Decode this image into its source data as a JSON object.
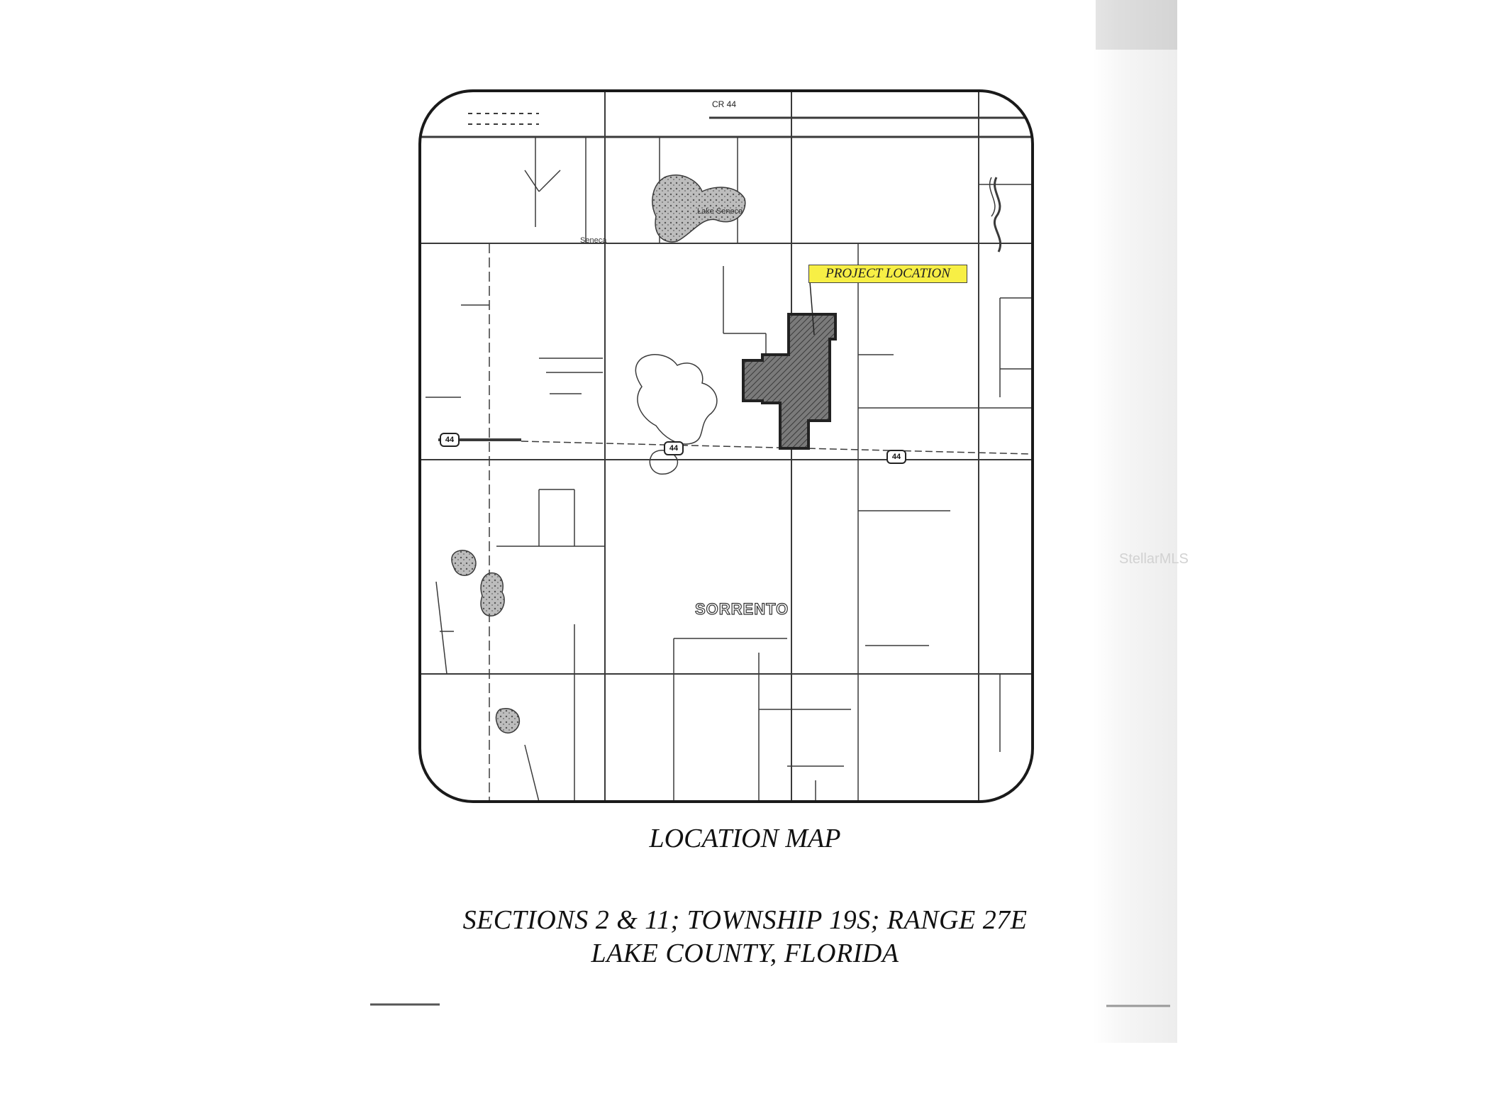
{
  "map": {
    "project_label": "PROJECT LOCATION",
    "town_label": "SORRENTO",
    "road_label_cr": "CR 44",
    "lake_label": "Lake Seneca",
    "road_label_seneca": "Seneca",
    "route_shield": "44"
  },
  "captions": {
    "title": "LOCATION MAP",
    "sections_line": "SECTIONS 2 & 11; TOWNSHIP 19S; RANGE 27E",
    "county_line": "LAKE COUNTY, FLORIDA"
  },
  "watermark": "StellarMLS",
  "colors": {
    "highlight": "#f7ef45",
    "parcel_fill": "#6b6b6b",
    "line": "#333333"
  }
}
